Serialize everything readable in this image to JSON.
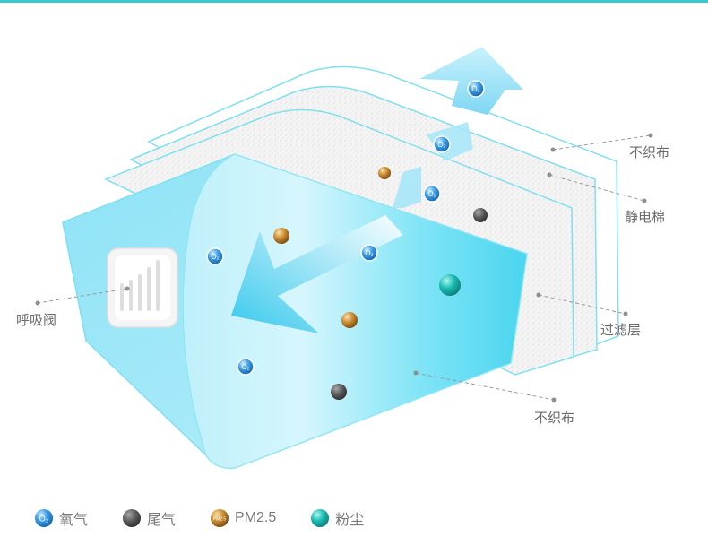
{
  "labels": {
    "outer_nonwoven": "不织布",
    "electrostatic_cotton": "静电棉",
    "filter_layer": "过滤层",
    "inner_nonwoven": "不织布",
    "breathing_valve": "呼吸阀"
  },
  "legend": [
    {
      "id": "oxygen",
      "label": "氧气",
      "icon": "oxygen-molecule-icon",
      "color": "#2b8fd8"
    },
    {
      "id": "exhaust",
      "label": "尾气",
      "icon": "exhaust-particle-icon",
      "color": "#555555"
    },
    {
      "id": "pm25",
      "label": "PM2.5",
      "icon": "pm25-particle-icon",
      "color": "#c98a2e"
    },
    {
      "id": "dust",
      "label": "粉尘",
      "icon": "dust-particle-icon",
      "color": "#1ab5ad"
    }
  ],
  "glyphs": {
    "oxygen": "O₂",
    "pm25": "PM2.5"
  },
  "colors": {
    "accent": "#37c9d2",
    "layer_outline": "#7fe0ef",
    "front_layer": "#5fd9f2",
    "leader_line": "#999999"
  }
}
